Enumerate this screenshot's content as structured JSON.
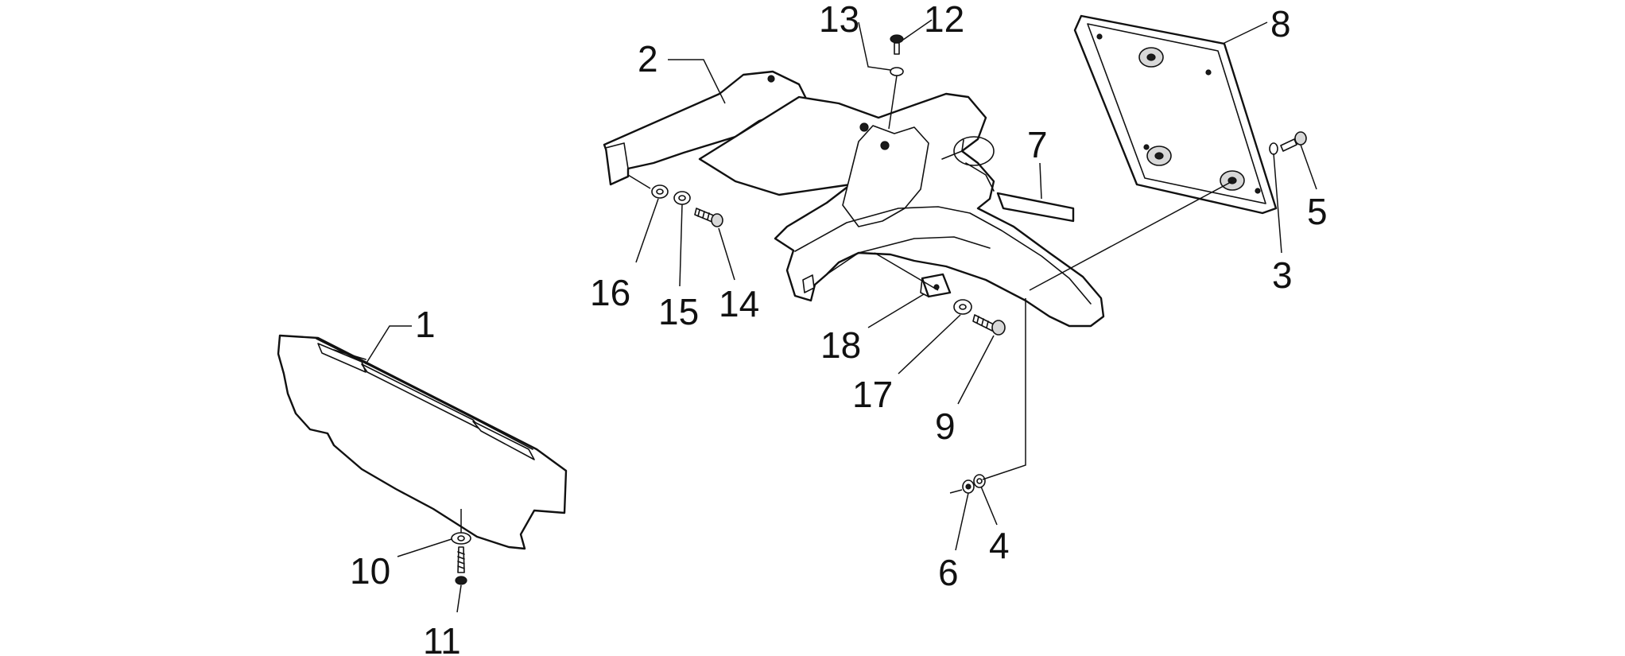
{
  "diagram": {
    "parts": [
      {
        "id": "p1",
        "label": "1"
      },
      {
        "id": "p2",
        "label": "2"
      },
      {
        "id": "p3",
        "label": "3"
      },
      {
        "id": "p4",
        "label": "4"
      },
      {
        "id": "p5",
        "label": "5"
      },
      {
        "id": "p6",
        "label": "6"
      },
      {
        "id": "p7",
        "label": "7"
      },
      {
        "id": "p8",
        "label": "8"
      },
      {
        "id": "p9",
        "label": "9"
      },
      {
        "id": "p10",
        "label": "10"
      },
      {
        "id": "p11",
        "label": "11"
      },
      {
        "id": "p12",
        "label": "12"
      },
      {
        "id": "p13",
        "label": "13"
      },
      {
        "id": "p14",
        "label": "14"
      },
      {
        "id": "p15",
        "label": "15"
      },
      {
        "id": "p16",
        "label": "16"
      },
      {
        "id": "p17",
        "label": "17"
      },
      {
        "id": "p18",
        "label": "18"
      }
    ],
    "colors": {
      "ink": "#111111",
      "paper": "#ffffff",
      "shade": "#d8d8d8"
    }
  }
}
